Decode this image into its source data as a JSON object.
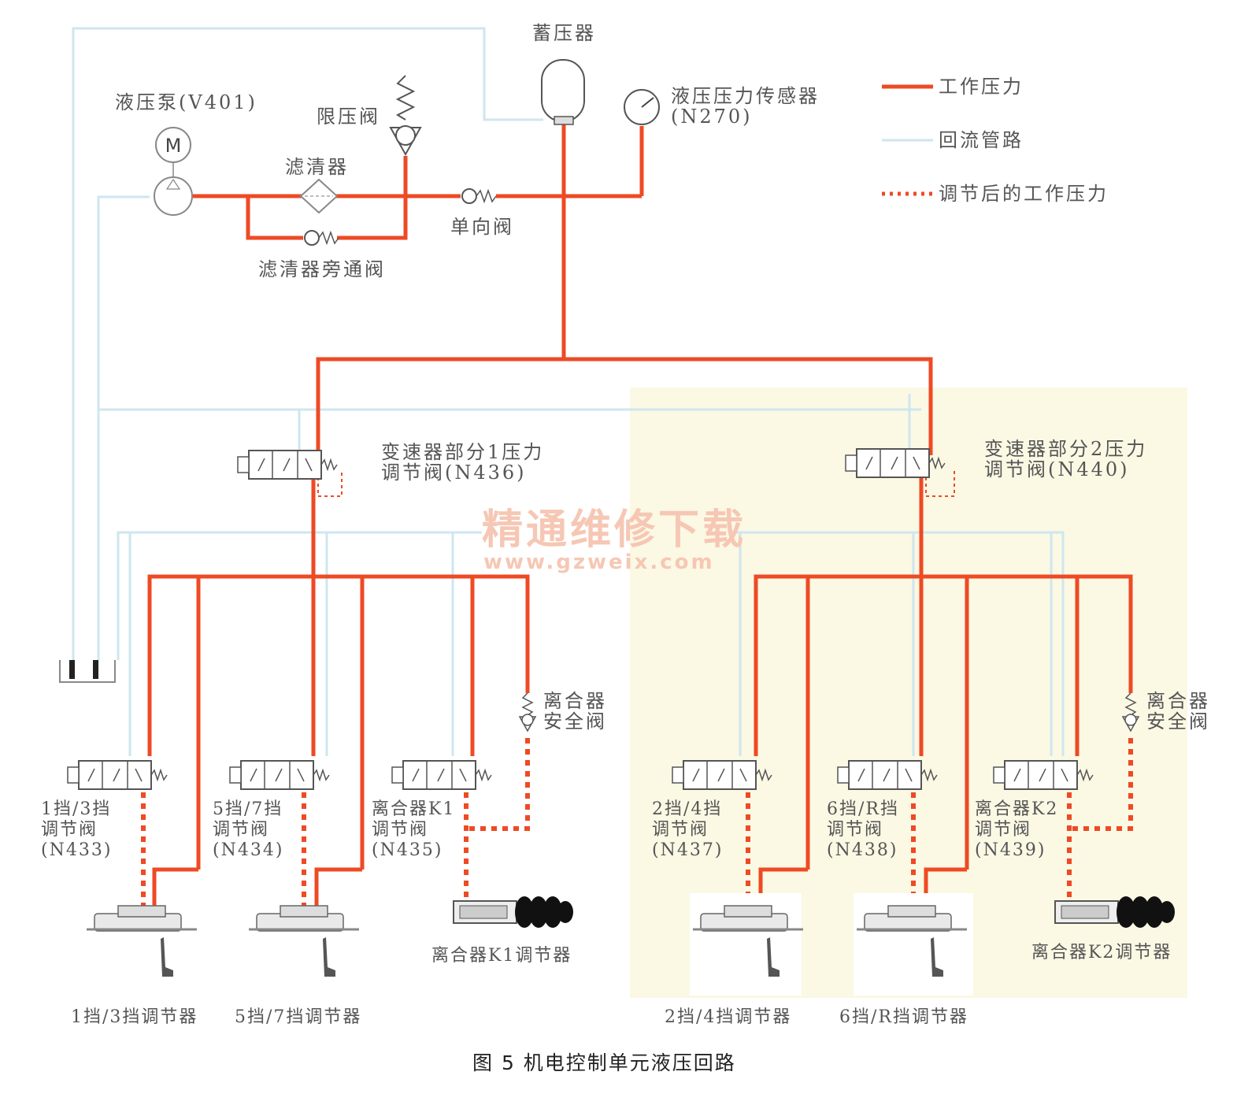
{
  "diagram": {
    "caption": "图 5   机电控制单元液压回路",
    "watermark": {
      "line1": "精通维修下载",
      "line2": "www.gzweix.com"
    },
    "legend": {
      "working_pressure": "工作压力",
      "return_line": "回流管路",
      "regulated_pressure": "调节后的工作压力"
    },
    "colors": {
      "pressure": "#ee4a24",
      "return": "#cfe6ef",
      "panel": "#fbf8e4",
      "dotted": "#ee4a24"
    },
    "components": {
      "accumulator": "蓄压器",
      "pump": "液压泵(V401)",
      "motor_symbol": "M",
      "relief_valve": "限压阀",
      "filter": "滤清器",
      "check_valve": "单向阀",
      "filter_bypass": "滤清器旁通阀",
      "pressure_sensor_line1": "液压压力传感器",
      "pressure_sensor_line2": "(N270)",
      "sub1_valve_line1": "变速器部分1压力",
      "sub1_valve_line2": "调节阀(N436)",
      "sub2_valve_line1": "变速器部分2压力",
      "sub2_valve_line2": "调节阀(N440)",
      "clutch_safety_left_line1": "离合器",
      "clutch_safety_left_line2": "安全阀",
      "clutch_safety_right_line1": "离合器",
      "clutch_safety_right_line2": "安全阀"
    },
    "valves": [
      {
        "line1": "1挡/3挡",
        "line2": "调节阀",
        "line3": "(N433)"
      },
      {
        "line1": "5挡/7挡",
        "line2": "调节阀",
        "line3": "(N434)"
      },
      {
        "line1": "离合器K1",
        "line2": "调节阀",
        "line3": "(N435)"
      },
      {
        "line1": "2挡/4挡",
        "line2": "调节阀",
        "line3": "(N437)"
      },
      {
        "line1": "6挡/R挡",
        "line2": "调节阀",
        "line3": "(N438)"
      },
      {
        "line1": "离合器K2",
        "line2": "调节阀",
        "line3": "(N439)"
      }
    ],
    "actuators": [
      "1挡/3挡调节器",
      "5挡/7挡调节器",
      "离合器K1调节器",
      "2挡/4挡调节器",
      "6挡/R挡调节器",
      "离合器K2调节器"
    ]
  }
}
